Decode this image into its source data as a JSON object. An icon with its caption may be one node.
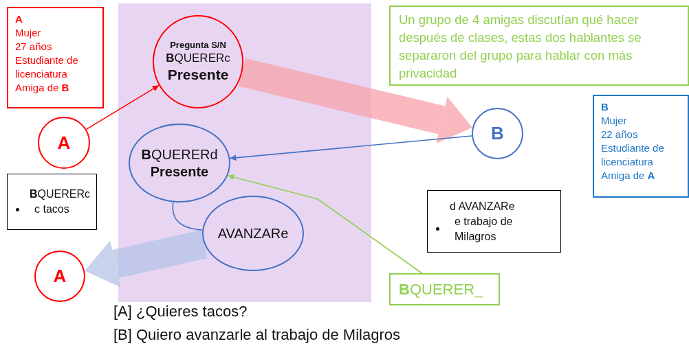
{
  "diagram": {
    "nodes": [
      {
        "text": [],
        "shape": "box"
      },
      {
        "text": [
          "**A**",
          "Mujer",
          "27 años",
          "Estudiante de licenciatura",
          "Amiga de **B**"
        ]
      },
      {
        "text": [
          "Pregunta S/N",
          "**B**QUERERc",
          "Presente"
        ],
        "in": 0
      },
      {
        "text": [
          "A"
        ]
      },
      {
        "text": [
          "Un grupo de 4 amigas discutían qué hacer después de clases, estas dos hablantes se separaron del grupo para hablar con más privacidad"
        ]
      },
      {
        "text": [
          "B"
        ]
      },
      {
        "text": [
          "**B**",
          "Mujer",
          "22 años",
          "Estudiante de licenciatura",
          "Amiga de **A**"
        ]
      },
      {
        "text": [
          "**B**QUERERd",
          "Presente"
        ],
        "in": 0
      },
      {
        "text": [
          "**B**QUERERc",
          "c tacos"
        ]
      },
      {
        "text": [
          "AVANZARe"
        ],
        "in": 0
      },
      {
        "text": [
          "d AVANZARe",
          "e trabajo de Milagros"
        ]
      },
      {
        "text": [
          "A"
        ]
      },
      {
        "text": [
          "**B**QUERER_"
        ]
      }
    ],
    "edges": [
      {
        "from": 3,
        "to": 2,
        "arrow": "to",
        "color": "#ff0000"
      },
      {
        "from": 2,
        "to": 5,
        "arrow": "to",
        "style": "thick",
        "color": "#f7a1aa"
      },
      {
        "from": 5,
        "to": 7,
        "arrow": "to",
        "color": "#4472c4"
      },
      {
        "from": 7,
        "to": 9,
        "arrow": "none",
        "color": "#4472c4"
      },
      {
        "from": 9,
        "to": 11,
        "arrow": "to",
        "style": "thick",
        "color": "#b4c3e6"
      },
      {
        "from": 12,
        "to": 7,
        "arrow": "to",
        "color": "#92d050"
      }
    ],
    "labels": [
      "[A] ¿Quieres tacos?",
      "[B] Quiero avanzarle al trabajo de Milagros"
    ]
  }
}
